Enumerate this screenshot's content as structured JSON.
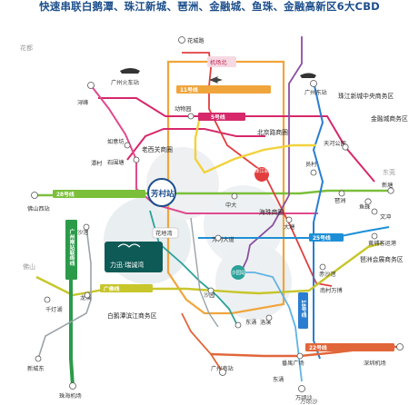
{
  "headline": "快速串联白鹅潭、珠江新城、琶洲、金融城、鱼珠、金融高新区6大CBD",
  "hub": {
    "name": "芳村站"
  },
  "project": {
    "name": "力迅·瑞诚湾"
  },
  "compass": {
    "north": "花都",
    "east": "东莞",
    "west": "佛山",
    "south": "万顷沙"
  },
  "zones": [
    {
      "text": "北京路商圈"
    },
    {
      "text": "老西关商圈"
    },
    {
      "text": "珠江新城中央商务区"
    },
    {
      "text": "金融城商务区"
    },
    {
      "text": "海珠商圈"
    },
    {
      "text": "琶洲会展商务区"
    },
    {
      "text": "白鹅潭滨江商务区"
    }
  ],
  "line_tags": [
    {
      "text": "11号线"
    },
    {
      "text": "5号线"
    },
    {
      "text": "28号线"
    },
    {
      "text": "25号线"
    },
    {
      "text": "广佛线"
    },
    {
      "text": "广州南站联络线"
    },
    {
      "text": "22号线"
    },
    {
      "text": "18号线"
    }
  ],
  "stations": [
    {
      "name": "花城路"
    },
    {
      "name": "机场北"
    },
    {
      "name": "广州火车站"
    },
    {
      "name": "广州东站"
    },
    {
      "name": "浔峰"
    },
    {
      "name": "如意坊"
    },
    {
      "name": "石围塘"
    },
    {
      "name": "动物园"
    },
    {
      "name": "天河公园"
    },
    {
      "name": "珠江新城"
    },
    {
      "name": "员村"
    },
    {
      "name": "新塘"
    },
    {
      "name": "鱼珠"
    },
    {
      "name": "文冲"
    },
    {
      "name": "佛山西站"
    },
    {
      "name": "沙滘"
    },
    {
      "name": "花地湾"
    },
    {
      "name": "中大"
    },
    {
      "name": "琶洲"
    },
    {
      "name": "赤沙滘"
    },
    {
      "name": "黄埔客运港"
    },
    {
      "name": "芳村大道"
    },
    {
      "name": "大塘"
    },
    {
      "name": "沙园"
    },
    {
      "name": "沙园站"
    },
    {
      "name": "龙溪"
    },
    {
      "name": "千灯湖"
    },
    {
      "name": "新城东"
    },
    {
      "name": "南村万博"
    },
    {
      "name": "番禺广场"
    },
    {
      "name": "东涌"
    },
    {
      "name": "洛溪"
    },
    {
      "name": "广州南站"
    },
    {
      "name": "深圳机场"
    },
    {
      "name": "珠海机场"
    },
    {
      "name": "东涌"
    },
    {
      "name": "万顷沙"
    },
    {
      "name": "潭村"
    }
  ],
  "colors": {
    "line11": "#f0a53c",
    "line5": "#d6286b",
    "line28": "#7bbf3a",
    "line25": "#1e8fd6",
    "linegf": "#c7c62b",
    "line22": "#e1663a",
    "line18": "#2a7dd1",
    "green_dark": "#2b9b4a",
    "purple": "#8a4fa0",
    "red": "#e23e3e",
    "yellow": "#f2d23a",
    "teal": "#2aa29a"
  }
}
